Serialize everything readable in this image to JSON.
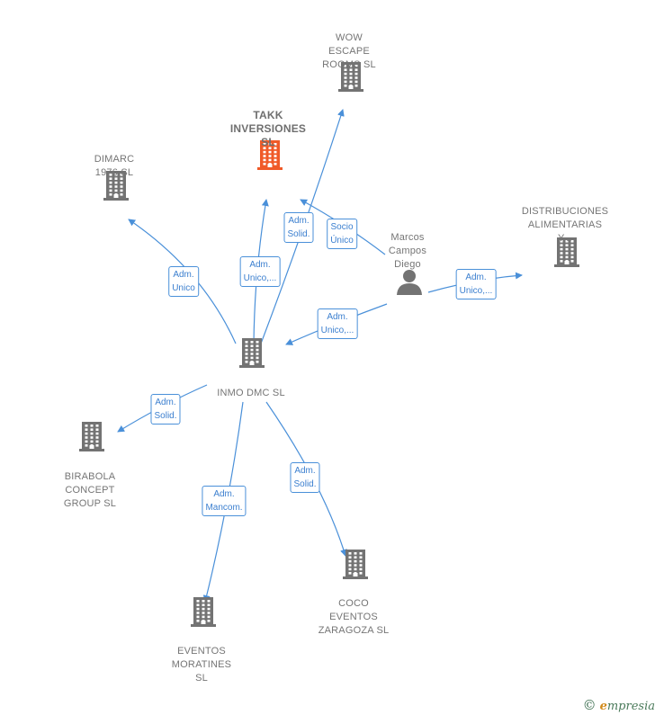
{
  "colors": {
    "edge": "#4a90d9",
    "company": "#737373",
    "focus_company": "#f05a28",
    "person": "#737373"
  },
  "nodes": [
    {
      "id": "wow",
      "label": "WOW\nESCAPE\nROOMS  SL",
      "type": "company"
    },
    {
      "id": "takk",
      "label": "TAKK\nINVERSIONES\nSL",
      "type": "focus-company"
    },
    {
      "id": "dimarc",
      "label": "DIMARC\n1976  SL",
      "type": "company"
    },
    {
      "id": "distrib",
      "label": "DISTRIBUCIONES\nALIMENTARIAS\nY...",
      "type": "company"
    },
    {
      "id": "marcos",
      "label": "Marcos\nCampos\nDiego",
      "type": "person"
    },
    {
      "id": "inmo",
      "label": "INMO DMC  SL",
      "type": "company"
    },
    {
      "id": "birabola",
      "label": "BIRABOLA\nCONCEPT\nGROUP  SL",
      "type": "company"
    },
    {
      "id": "coco",
      "label": "COCO\nEVENTOS\nZARAGOZA  SL",
      "type": "company"
    },
    {
      "id": "eventos",
      "label": "EVENTOS\nMORATINES\nSL",
      "type": "company"
    }
  ],
  "edges": [
    {
      "from": "inmo",
      "to": "dimarc",
      "label": "Adm.\nUnico"
    },
    {
      "from": "inmo",
      "to": "takk",
      "label": "Adm.\nUnico,..."
    },
    {
      "from": "inmo",
      "to": "wow",
      "label": "Adm.\nSolid."
    },
    {
      "from": "marcos",
      "to": "takk",
      "label": "Socio\nÚnico"
    },
    {
      "from": "marcos",
      "to": "distrib",
      "label": "Adm.\nUnico,..."
    },
    {
      "from": "marcos",
      "to": "inmo",
      "label": "Adm.\nUnico,..."
    },
    {
      "from": "inmo",
      "to": "birabola",
      "label": "Adm.\nSolid."
    },
    {
      "from": "inmo",
      "to": "coco",
      "label": "Adm.\nSolid."
    },
    {
      "from": "inmo",
      "to": "eventos",
      "label": "Adm.\nMancom."
    }
  ],
  "footer": {
    "copyright_symbol": "©",
    "brand_initial": "e",
    "brand_rest": "mpresia"
  }
}
